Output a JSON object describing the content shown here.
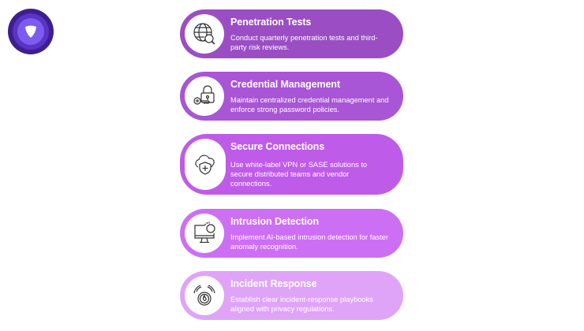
{
  "logo": {
    "name": "brand-logo",
    "colors": [
      "#3d1f8f",
      "#5a34c4",
      "#7c5cf0"
    ]
  },
  "cards": [
    {
      "title": "Penetration Tests",
      "description": "Conduct quarterly penetration tests and third-party risk reviews.",
      "icon": "globe-search-icon",
      "color": "#9b4ec4"
    },
    {
      "title": "Credential Management",
      "description": "Maintain centralized credential management and enforce strong password policies.",
      "icon": "lock-key-icon",
      "color": "#a855d6"
    },
    {
      "title": "Secure Connections",
      "description": "Use white-label VPN or SASE solutions to secure distributed teams and vendor connections.",
      "icon": "cloud-shield-icon",
      "color": "#bf5be9"
    },
    {
      "title": "Intrusion Detection",
      "description": "Implement AI-based intrusion detection for faster anomaly recognition.",
      "icon": "monitor-alert-icon",
      "color": "#cc6ff5"
    },
    {
      "title": "Incident Response",
      "description": "Establish clear incident-response playbooks aligned with privacy regulations.",
      "icon": "alarm-fire-icon",
      "color": "#dfa4f7"
    }
  ]
}
